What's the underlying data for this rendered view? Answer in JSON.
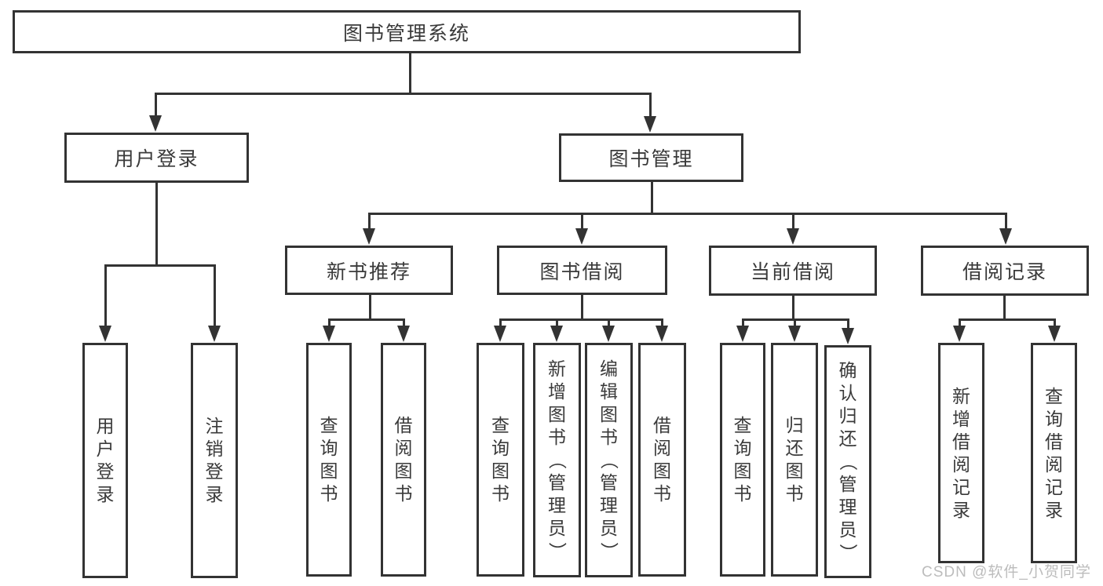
{
  "diagram": {
    "background_color": "#ffffff",
    "line_color": "#333333",
    "text_color": "#3a3a3a",
    "watermark": "CSDN @软件_小贺同学",
    "watermark_color": "#bcbcbc",
    "nodes": [
      {
        "id": "root",
        "label": "图书管理系统",
        "orientation": "horizontal",
        "parent": null
      },
      {
        "id": "user-login",
        "label": "用户登录",
        "orientation": "horizontal",
        "parent": "root"
      },
      {
        "id": "book-mgmt",
        "label": "图书管理",
        "orientation": "horizontal",
        "parent": "root"
      },
      {
        "id": "new-book-rec",
        "label": "新书推荐",
        "orientation": "horizontal",
        "parent": "book-mgmt"
      },
      {
        "id": "book-borrow",
        "label": "图书借阅",
        "orientation": "horizontal",
        "parent": "book-mgmt"
      },
      {
        "id": "current-borrow",
        "label": "当前借阅",
        "orientation": "horizontal",
        "parent": "book-mgmt"
      },
      {
        "id": "borrow-records",
        "label": "借阅记录",
        "orientation": "horizontal",
        "parent": "book-mgmt"
      },
      {
        "id": "user-login-leaf",
        "label": "用户登录",
        "orientation": "vertical",
        "parent": "user-login"
      },
      {
        "id": "logout-leaf",
        "label": "注销登录",
        "orientation": "vertical",
        "parent": "user-login"
      },
      {
        "id": "query-books-1",
        "label": "查询图书",
        "orientation": "vertical",
        "parent": "new-book-rec"
      },
      {
        "id": "borrow-books-1",
        "label": "借阅图书",
        "orientation": "vertical",
        "parent": "new-book-rec"
      },
      {
        "id": "query-books-2",
        "label": "查询图书",
        "orientation": "vertical",
        "parent": "book-borrow"
      },
      {
        "id": "add-books",
        "label": "新增图书（管理员）",
        "orientation": "vertical",
        "parent": "book-borrow"
      },
      {
        "id": "edit-books",
        "label": "编辑图书（管理员）",
        "orientation": "vertical",
        "parent": "book-borrow"
      },
      {
        "id": "borrow-books-2",
        "label": "借阅图书",
        "orientation": "vertical",
        "parent": "book-borrow"
      },
      {
        "id": "query-books-3",
        "label": "查询图书",
        "orientation": "vertical",
        "parent": "current-borrow"
      },
      {
        "id": "return-books",
        "label": "归还图书",
        "orientation": "vertical",
        "parent": "current-borrow"
      },
      {
        "id": "confirm-return",
        "label": "确认归还（管理员）",
        "orientation": "vertical",
        "parent": "current-borrow"
      },
      {
        "id": "add-borrow-record",
        "label": "新增借阅记录",
        "orientation": "vertical",
        "parent": "borrow-records"
      },
      {
        "id": "query-borrow-record",
        "label": "查询借阅记录",
        "orientation": "vertical",
        "parent": "borrow-records"
      }
    ]
  }
}
